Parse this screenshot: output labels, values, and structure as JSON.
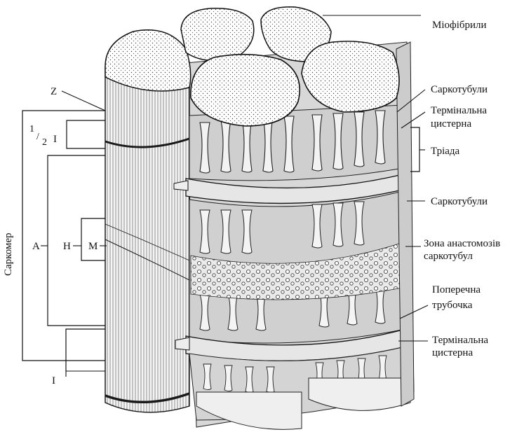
{
  "labels": {
    "myofibrils": "Міофібрили",
    "sarcotubules_top": "Саркотубули",
    "terminal_cistern_top_1": "Термінальна",
    "terminal_cistern_top_2": "цистерна",
    "triad": "Тріада",
    "sarcotubules_mid": "Саркотубули",
    "anastomosis_1": "Зона анастомозів",
    "anastomosis_2": "саркотубул",
    "transverse_1": "Поперечна",
    "transverse_2": "трубочка",
    "terminal_cistern_bot_1": "Термінальна",
    "terminal_cistern_bot_2": "цистерна",
    "z": "Z",
    "half_i_num": "1",
    "half_i_den": "2",
    "half_i_letter": "I",
    "a": "A",
    "h": "H",
    "m": "M",
    "i_bottom": "I",
    "sarcomere": "Саркомер"
  }
}
